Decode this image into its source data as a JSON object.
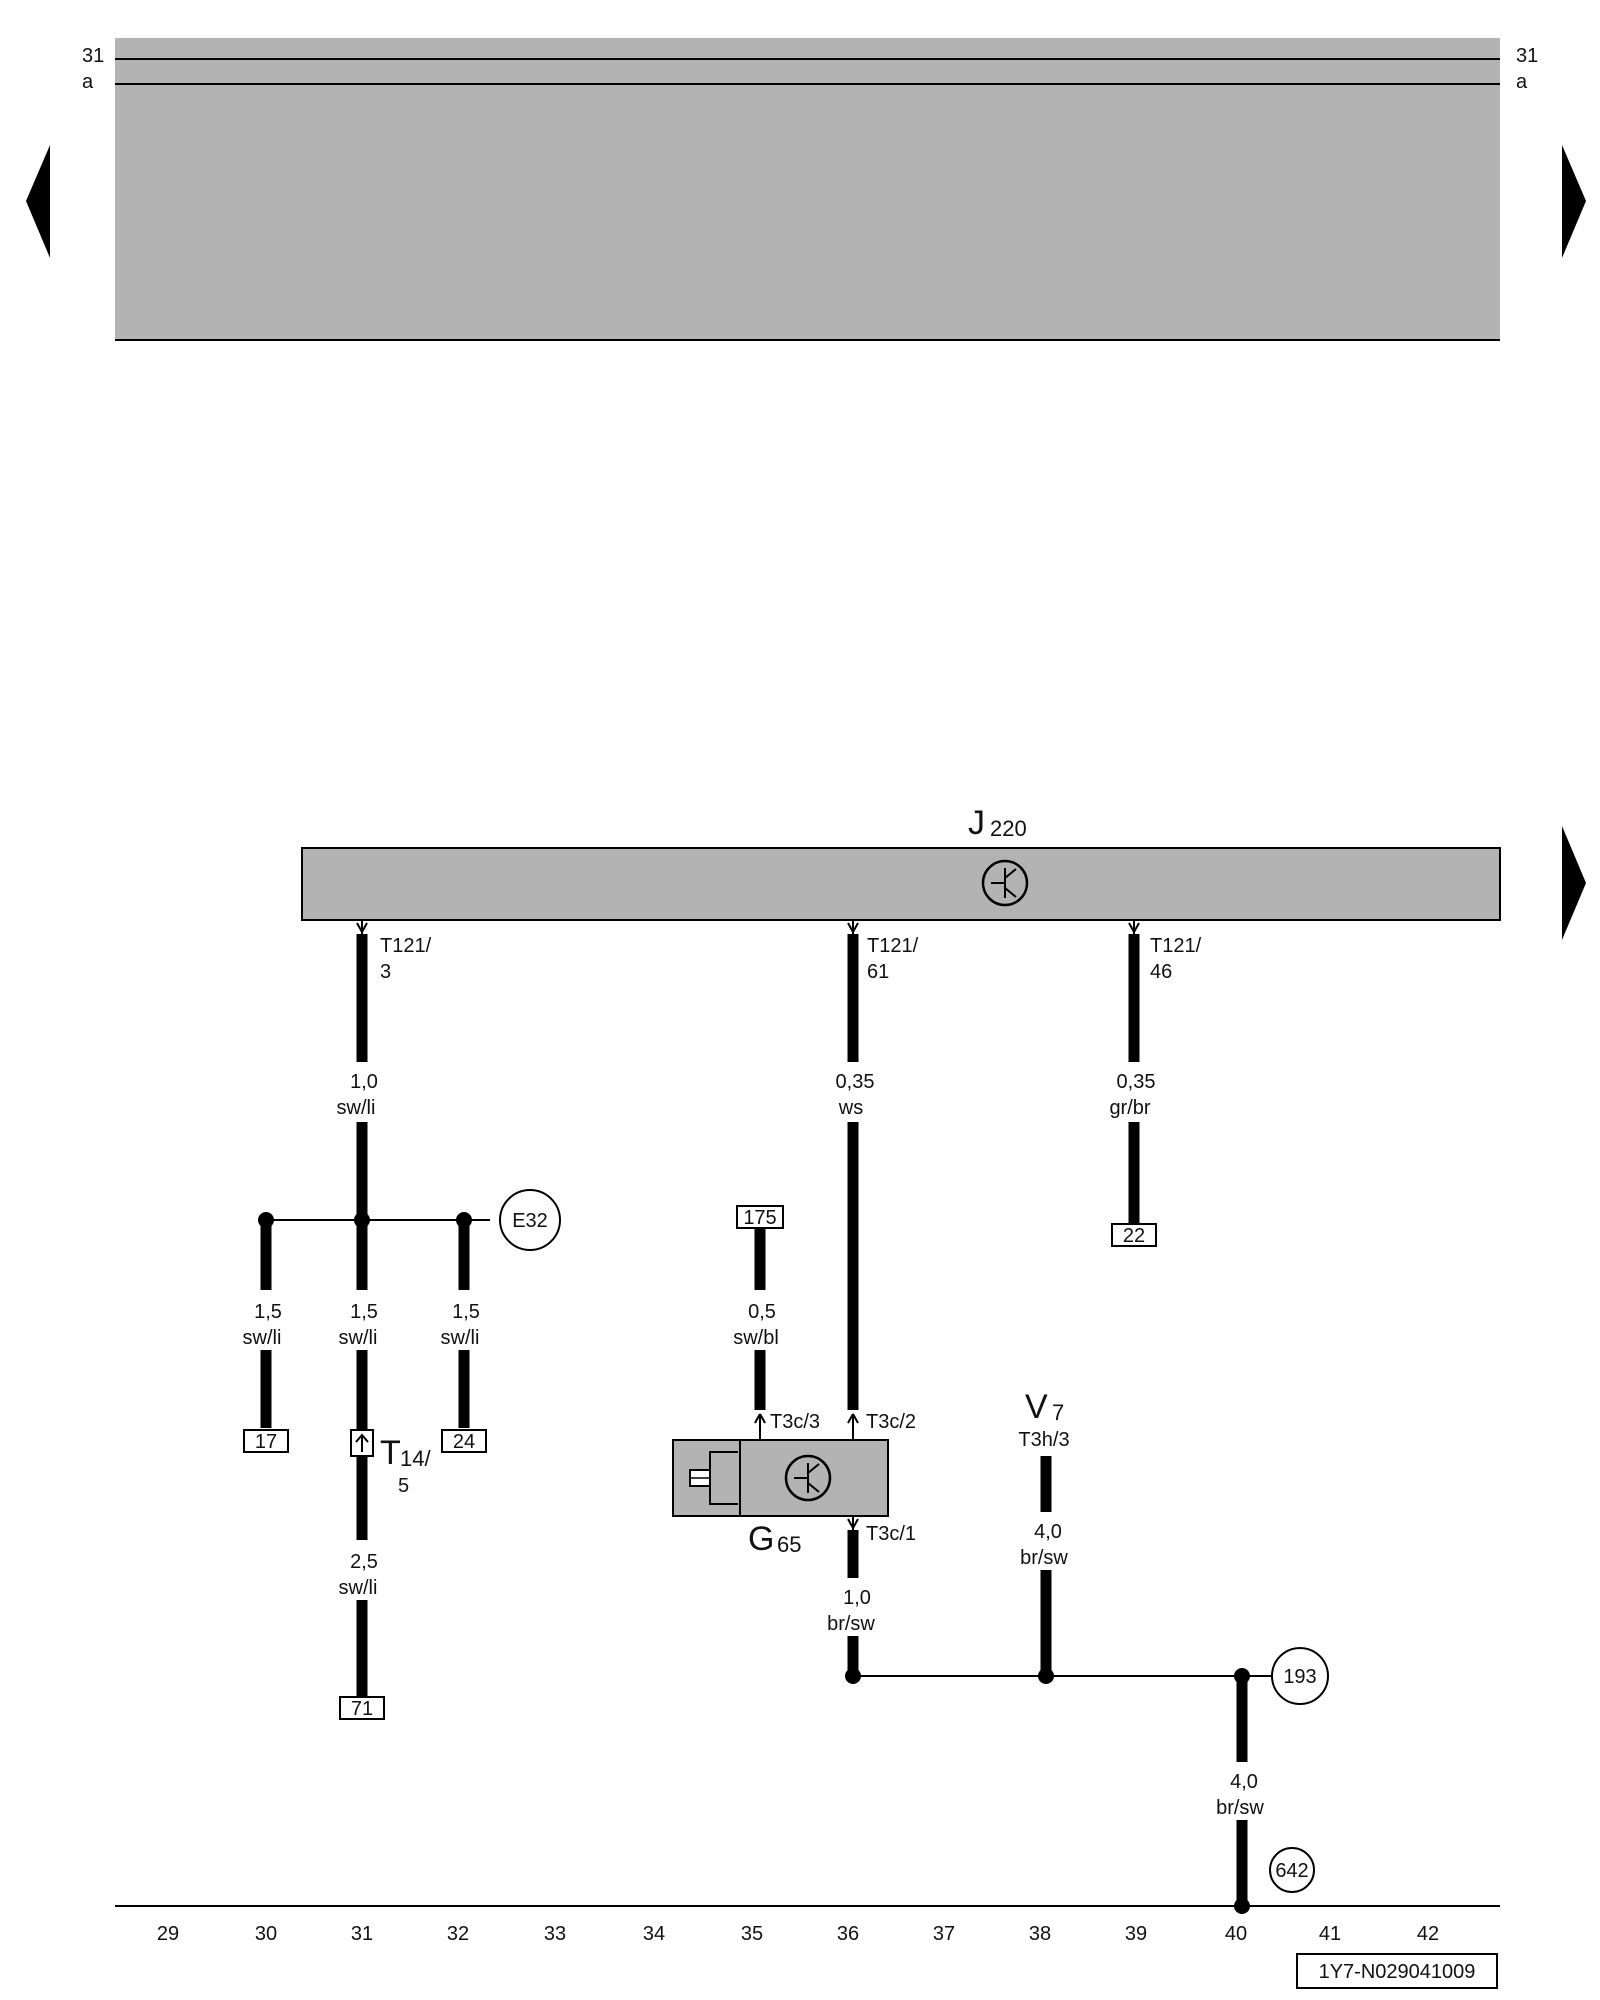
{
  "rails": {
    "top": "31",
    "sub": "a"
  },
  "components": {
    "j220": {
      "letter": "J",
      "sub": "220"
    },
    "g65": {
      "letter": "G",
      "sub": "65"
    },
    "v7": {
      "letter": "V",
      "sub": "7",
      "pin": "T3h/3"
    },
    "t14": {
      "letter": "T",
      "sub": "14/",
      "pin": "5"
    }
  },
  "pins": {
    "t121_3": [
      "T121/",
      "3"
    ],
    "t121_61": [
      "T121/",
      "61"
    ],
    "t121_46": [
      "T121/",
      "46"
    ],
    "t3c_3": "T3c/3",
    "t3c_2": "T3c/2",
    "t3c_1": "T3c/1"
  },
  "wires": {
    "w31_main": [
      "1,0",
      "sw/li"
    ],
    "w36_main": [
      "0,35",
      "ws"
    ],
    "w39_main": [
      "0,35",
      "gr/br"
    ],
    "w30_branch": [
      "1,5",
      "sw/li"
    ],
    "w31_branch": [
      "1,5",
      "sw/li"
    ],
    "w32_branch": [
      "1,5",
      "sw/li"
    ],
    "w31_lower": [
      "2,5",
      "sw/li"
    ],
    "w35": [
      "0,5",
      "sw/bl"
    ],
    "w36_lower": [
      "1,0",
      "br/sw"
    ],
    "w38": [
      "4,0",
      "br/sw"
    ],
    "w40": [
      "4,0",
      "br/sw"
    ]
  },
  "refs": {
    "b22": "22",
    "b17": "17",
    "b24": "24",
    "b71": "71",
    "b175": "175",
    "c_e32": "E32",
    "c_193": "193",
    "c_642": "642"
  },
  "ruler": [
    "29",
    "30",
    "31",
    "32",
    "33",
    "34",
    "35",
    "36",
    "37",
    "38",
    "39",
    "40",
    "41",
    "42"
  ],
  "doc_id": "1Y7-N029041009",
  "colors": {
    "fill_gray": "#b3b3b3",
    "wire": "#000000"
  }
}
